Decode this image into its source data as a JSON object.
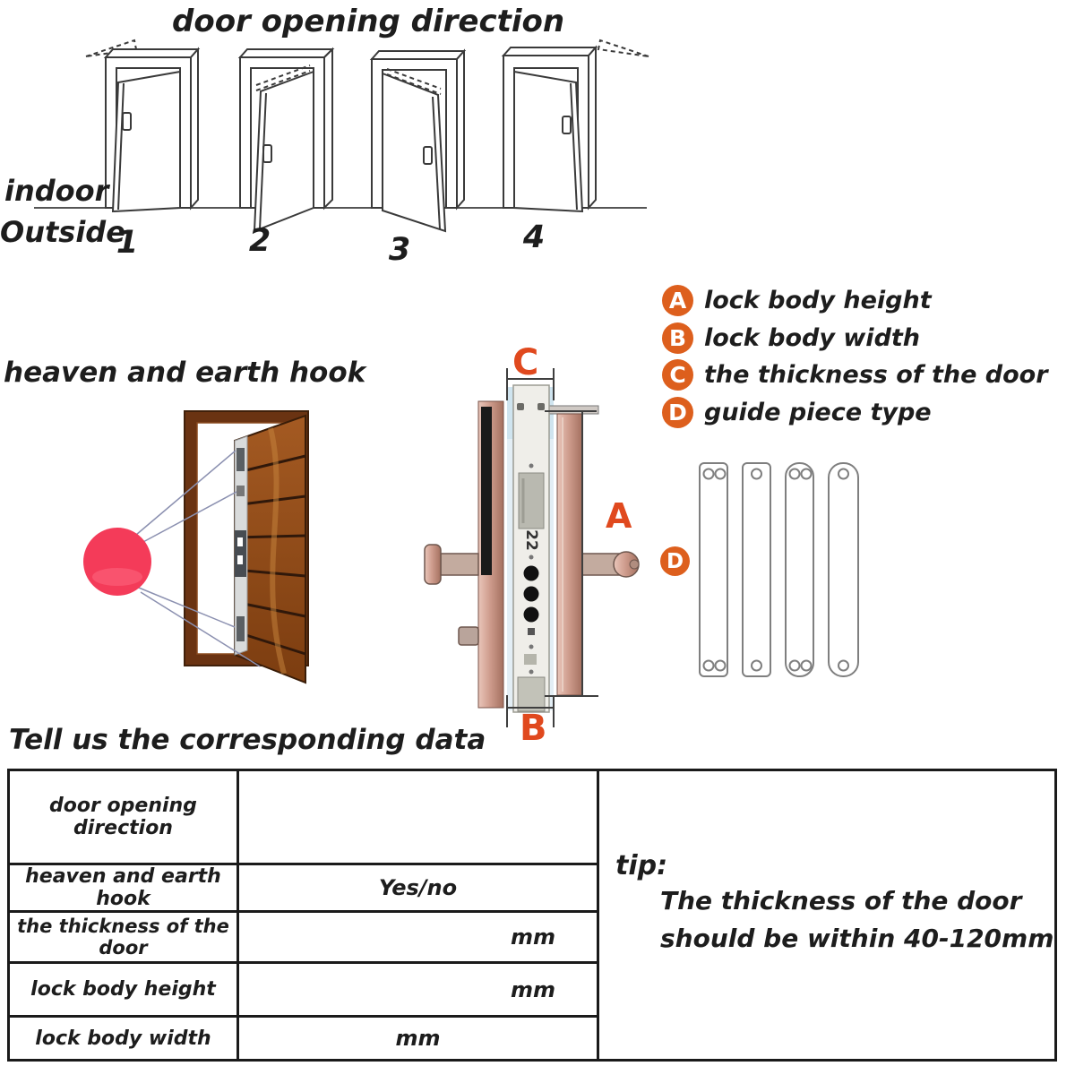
{
  "colors": {
    "accent_orange": "#dd5f1d",
    "label_red": "#e0491e",
    "hook_circle_red": "#f43b59",
    "door_highlight_blue": "#cfe4ef",
    "copper": "#cf9d8e",
    "wood_brown": "#8a4716"
  },
  "top_section": {
    "title": "door opening direction",
    "indoor_label": "indoor",
    "outside_label": "Outside",
    "door_numbers": [
      "1",
      "2",
      "3",
      "4"
    ]
  },
  "legend": {
    "items": [
      {
        "letter": "A",
        "label": "lock body height"
      },
      {
        "letter": "B",
        "label": "lock body width"
      },
      {
        "letter": "C",
        "label": "the thickness of the door"
      },
      {
        "letter": "D",
        "label": "guide piece type"
      }
    ]
  },
  "hook_section": {
    "title": "heaven and earth hook"
  },
  "lock_diagram": {
    "label_a": "A",
    "label_b": "B",
    "label_c": "C",
    "stamp_marking": "22"
  },
  "guide_section": {
    "marker": "D"
  },
  "data_table": {
    "title": "Tell us the corresponding data",
    "rows": [
      {
        "label": "door opening direction",
        "value": ""
      },
      {
        "label": "heaven and earth hook",
        "value": "Yes/no"
      },
      {
        "label": "the thickness of the door",
        "value": "mm"
      },
      {
        "label": "lock body height",
        "value": "mm"
      },
      {
        "label": "lock body width",
        "value": "mm"
      }
    ],
    "tip": {
      "title": "tip:",
      "lines": [
        "The thickness of the door",
        "should be within 40-120mm"
      ]
    }
  }
}
